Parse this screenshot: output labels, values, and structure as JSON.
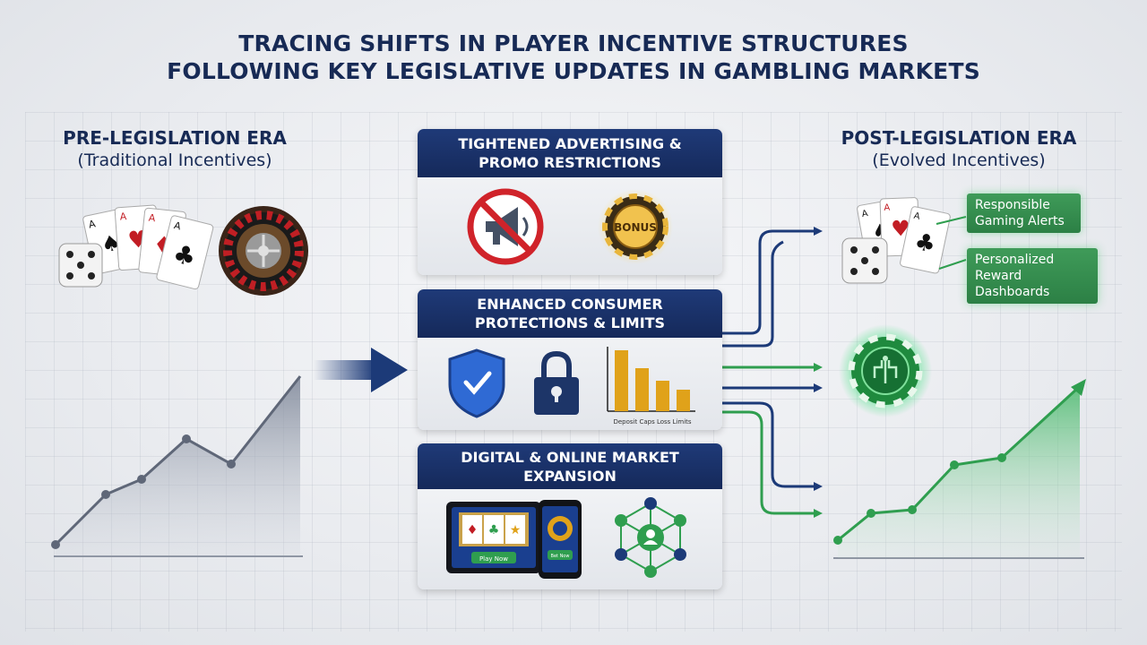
{
  "title": {
    "line1": "TRACING SHIFTS IN PLAYER INCENTIVE STRUCTURES",
    "line2": "FOLLOWING KEY LEGISLATIVE UPDATES IN GAMBLING MARKETS"
  },
  "pre_era": {
    "heading": "PRE-LEGISLATION ERA",
    "sub": "(Traditional Incentives)"
  },
  "post_era": {
    "heading": "POST-LEGISLATION ERA",
    "sub": "(Evolved Incentives)"
  },
  "panels": {
    "ads": {
      "line1": "TIGHTENED ADVERTISING &",
      "line2": "PROMO RESTRICTIONS",
      "bonus_chip": "BONUS"
    },
    "protect": {
      "line1": "ENHANCED CONSUMER",
      "line2": "PROTECTIONS & LIMITS",
      "chart_caption": "Deposit Caps Loss Limits"
    },
    "digital": {
      "line1": "DIGITAL & ONLINE MARKET",
      "line2": "EXPANSION",
      "tablet_button": "Play Now",
      "phone_button": "Bet Now"
    }
  },
  "badges": {
    "alerts": {
      "line1": "Responsible",
      "line2": "Gaming Alerts"
    },
    "dashboards": {
      "line1": "Personalized",
      "line2": "Reward Dashboards"
    }
  },
  "colors": {
    "navy": "#172a55",
    "green": "#2f9e4f",
    "gold": "#e0a21a",
    "shield": "#2f6ad4"
  },
  "icons": [
    "playing-cards-icon",
    "dice-icon",
    "roulette-icon",
    "no-megaphone-icon",
    "bonus-chip-icon",
    "shield-check-icon",
    "padlock-icon",
    "bar-chart-icon",
    "tablet-slots-icon",
    "phone-icon",
    "network-icon",
    "green-chip-icon"
  ]
}
